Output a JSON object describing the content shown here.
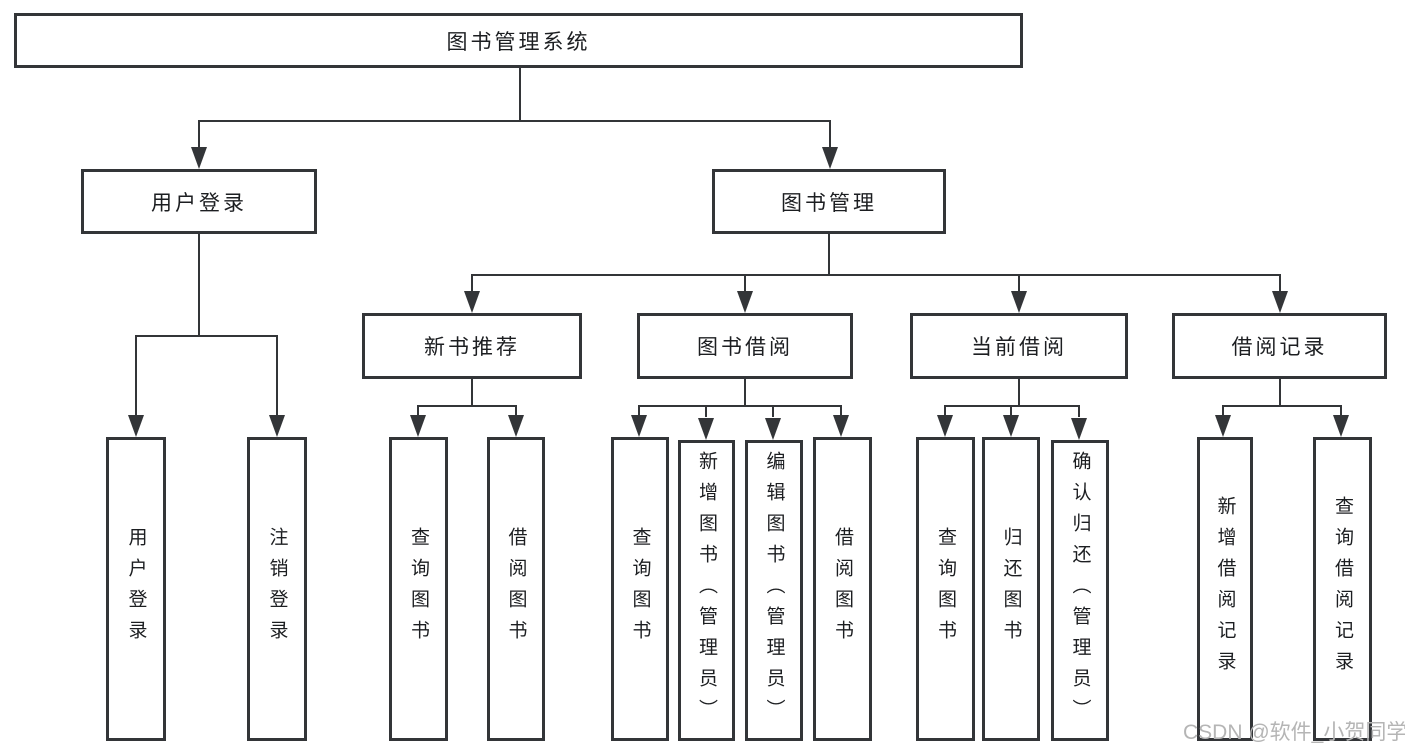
{
  "tree": {
    "label": "图书管理系统",
    "children": [
      {
        "label": "用户登录",
        "children": [
          {
            "label": "用户登录"
          },
          {
            "label": "注销登录"
          }
        ]
      },
      {
        "label": "图书管理",
        "children": [
          {
            "label": "新书推荐",
            "children": [
              {
                "label": "查询图书"
              },
              {
                "label": "借阅图书"
              }
            ]
          },
          {
            "label": "图书借阅",
            "children": [
              {
                "label": "查询图书"
              },
              {
                "label": "新增图书（管理员）"
              },
              {
                "label": "编辑图书（管理员）"
              },
              {
                "label": "借阅图书"
              }
            ]
          },
          {
            "label": "当前借阅",
            "children": [
              {
                "label": "查询图书"
              },
              {
                "label": "归还图书"
              },
              {
                "label": "确认归还（管理员）"
              }
            ]
          },
          {
            "label": "借阅记录",
            "children": [
              {
                "label": "新增借阅记录"
              },
              {
                "label": "查询借阅记录"
              }
            ]
          }
        ]
      }
    ]
  },
  "watermark": "CSDN @软件_小贺同学",
  "colors": {
    "line": "#333538",
    "text": "#1c1e21",
    "watermark": "#b5b5b5",
    "bg": "#ffffff"
  }
}
